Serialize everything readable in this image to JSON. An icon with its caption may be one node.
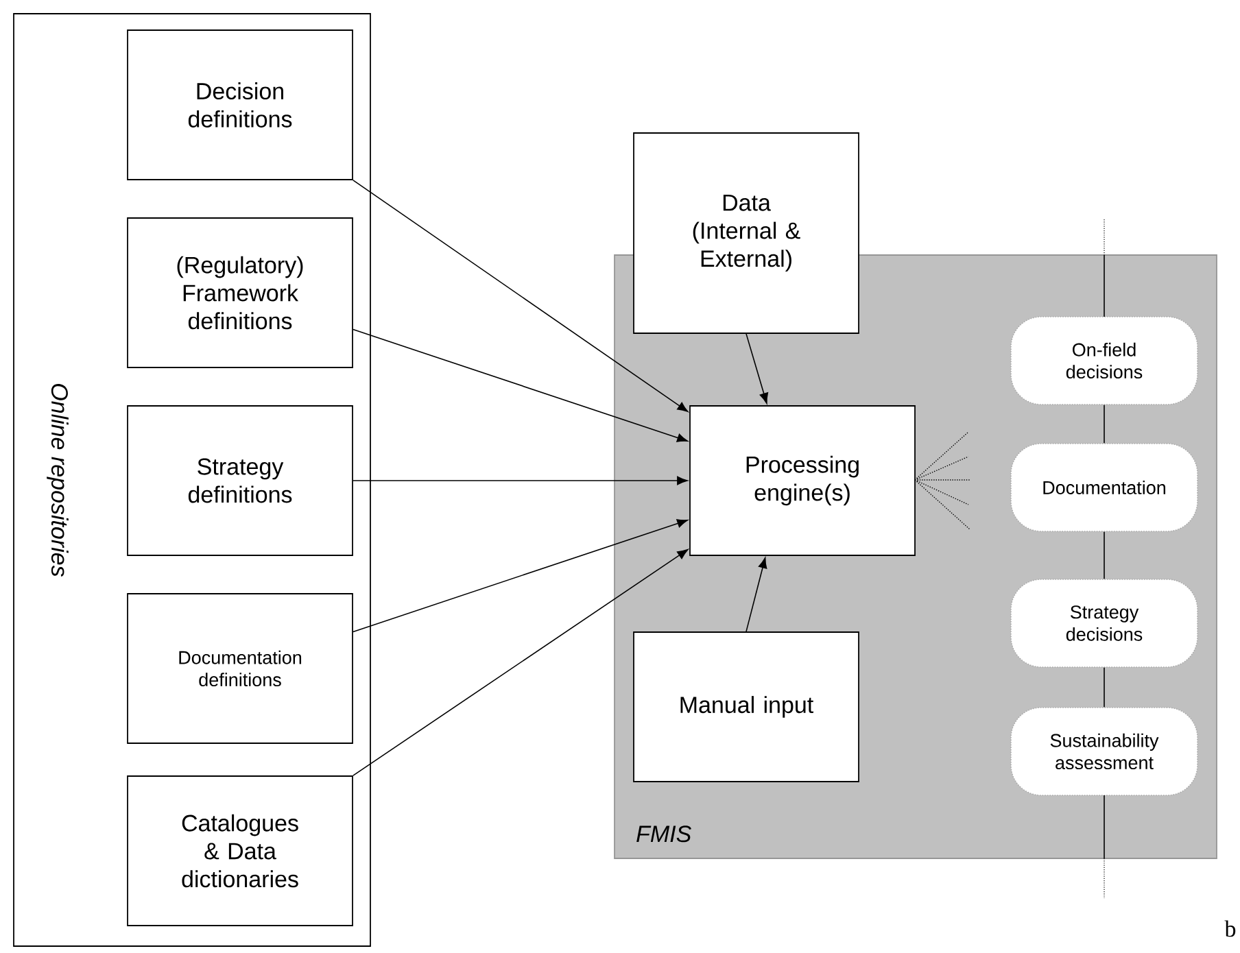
{
  "diagram": {
    "nodes": [
      {
        "text": [
          "Online repositories"
        ]
      },
      {
        "text": [
          "Decision definitions"
        ],
        "in": 0
      },
      {
        "text": [
          "(Regulatory) Framework definitions"
        ],
        "in": 0
      },
      {
        "text": [
          "Strategy definitions"
        ],
        "in": 0
      },
      {
        "text": [
          "Documentation definitions"
        ],
        "in": 0
      },
      {
        "text": [
          "Catalogues & Data dictionaries"
        ],
        "in": 0
      },
      {
        "text": [
          "FMIS"
        ]
      },
      {
        "text": [
          "Data (Internal & External)"
        ]
      },
      {
        "text": [
          "Processing engine(s)"
        ],
        "in": 6
      },
      {
        "text": [
          "Manual input"
        ],
        "in": 6
      },
      {
        "text": [
          "On-field decisions"
        ],
        "in": 6
      },
      {
        "text": [
          "Documentation"
        ],
        "in": 6
      },
      {
        "text": [
          "Strategy decisions"
        ],
        "in": 6
      },
      {
        "text": [
          "Sustainability assessment"
        ],
        "in": 6
      }
    ],
    "edges": [
      {
        "from": 1,
        "to": 8,
        "arrow": "to"
      },
      {
        "from": 2,
        "to": 8,
        "arrow": "to"
      },
      {
        "from": 3,
        "to": 8,
        "arrow": "to"
      },
      {
        "from": 4,
        "to": 8,
        "arrow": "to"
      },
      {
        "from": 5,
        "to": 8,
        "arrow": "to"
      },
      {
        "from": 7,
        "to": 8,
        "arrow": "to"
      },
      {
        "from": 9,
        "to": 8,
        "arrow": "to"
      },
      {
        "from": 10,
        "to": 11,
        "arrow": "none"
      },
      {
        "from": 11,
        "to": 12,
        "arrow": "none"
      },
      {
        "from": 12,
        "to": 13,
        "arrow": "none"
      }
    ],
    "labels": [
      "b"
    ]
  }
}
